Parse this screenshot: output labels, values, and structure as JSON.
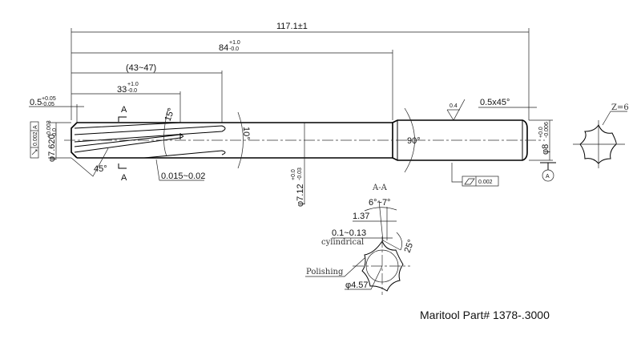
{
  "dimensions": {
    "overall_length": "117.1±1",
    "length_84": "84",
    "length_84_tol_upper": "+1.0",
    "length_84_tol_lower": "-0.0",
    "flute_range": "(43~47)",
    "length_33": "33",
    "length_33_tol_upper": "+1.0",
    "length_33_tol_lower": "-0.0",
    "chamfer_05": "0.5",
    "chamfer_05_tol_upper": "+0.05",
    "chamfer_05_tol_lower": "-0.05",
    "cut_diameter": "φ7.620",
    "cut_diameter_tol_upper": "+0.003",
    "cut_diameter_tol_lower": "-0.0",
    "neck_diameter": "φ7.12",
    "neck_diameter_tol_upper": "+0.0",
    "neck_diameter_tol_lower": "-0.03",
    "shank_diameter": "φ8",
    "shank_diameter_tol_upper": "+0.0",
    "shank_diameter_tol_lower": "-0.006",
    "shank_chamfer": "0.5x45°",
    "angle_15": "15°",
    "angle_10": "10°",
    "angle_45": "45°",
    "angle_90": "90°",
    "margin": "0.015~0.02",
    "surface_roughness": "0.4"
  },
  "tolerance_frames": {
    "runout_value": "0.002",
    "runout_datum": "A",
    "cylindricity_value": "0.002",
    "datum_label": "A"
  },
  "section_marks": {
    "top": "A",
    "bottom": "A"
  },
  "end_view": {
    "flutes": "Z=6"
  },
  "section_view": {
    "title": "A-A",
    "rake_angle": "6°~7°",
    "dim_137": "1.37",
    "land_width": "0.1~0.13",
    "land_note": "cylindrical",
    "clearance_angle": "25°",
    "polishing_note": "Polishing",
    "core_diameter": "φ4.57"
  },
  "caption": "Maritool Part# 1378-.3000"
}
